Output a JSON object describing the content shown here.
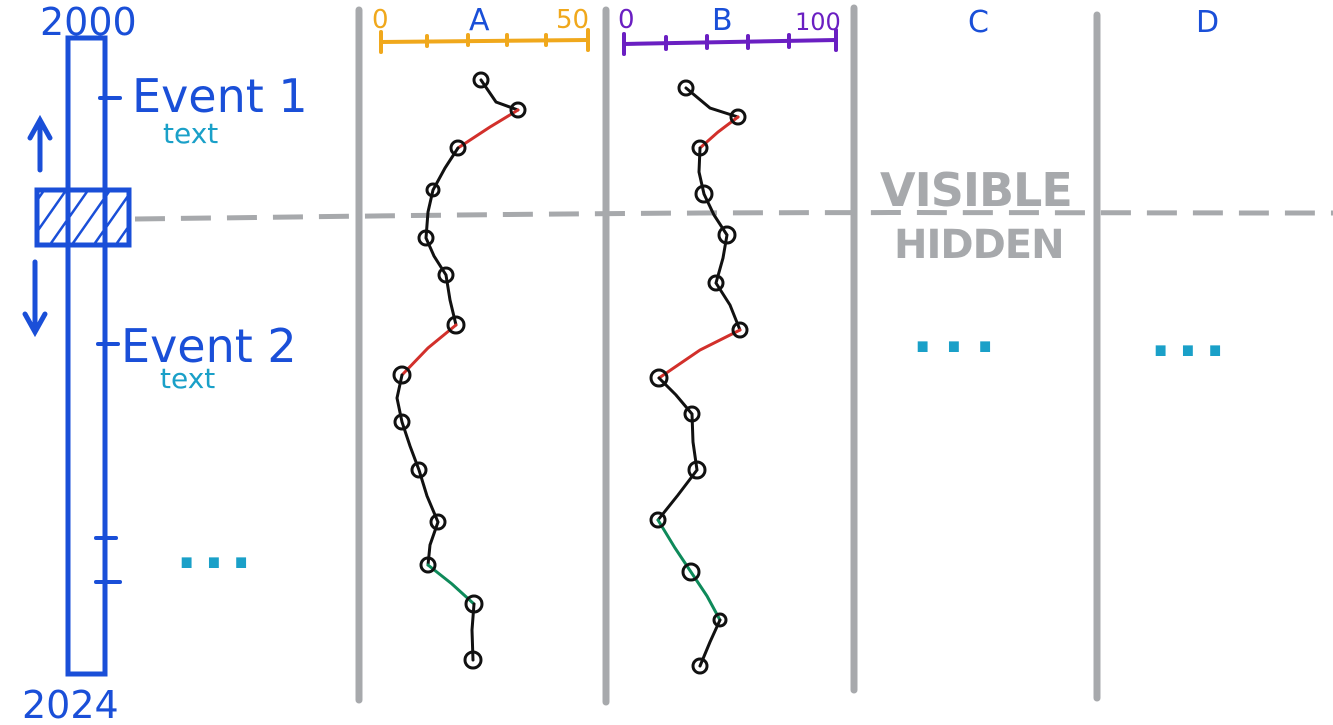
{
  "timeline": {
    "start_label": "2000",
    "end_label": "2024",
    "events": [
      {
        "title": "Event 1",
        "subtitle": "text"
      },
      {
        "title": "Event 2",
        "subtitle": "text"
      }
    ],
    "more": "..."
  },
  "visibility": {
    "visible_label": "VISIBLE",
    "hidden_label": "HIDDEN"
  },
  "tracks": [
    {
      "name": "A",
      "axis_min": "0",
      "axis_max": "50",
      "color": "#f0a81c"
    },
    {
      "name": "B",
      "axis_min": "0",
      "axis_max": "100",
      "color": "#6a1fc2"
    },
    {
      "name": "C",
      "more": "...",
      "color": "#1f55d6"
    },
    {
      "name": "D",
      "more": "...",
      "color": "#1f55d6"
    }
  ],
  "colors": {
    "ink_blue": "#1a4fd8",
    "teal": "#1aa0c8",
    "divider": "#a7a9ac",
    "increase": "#d2302b",
    "decrease": "#0e8a5a",
    "line": "#111111"
  }
}
